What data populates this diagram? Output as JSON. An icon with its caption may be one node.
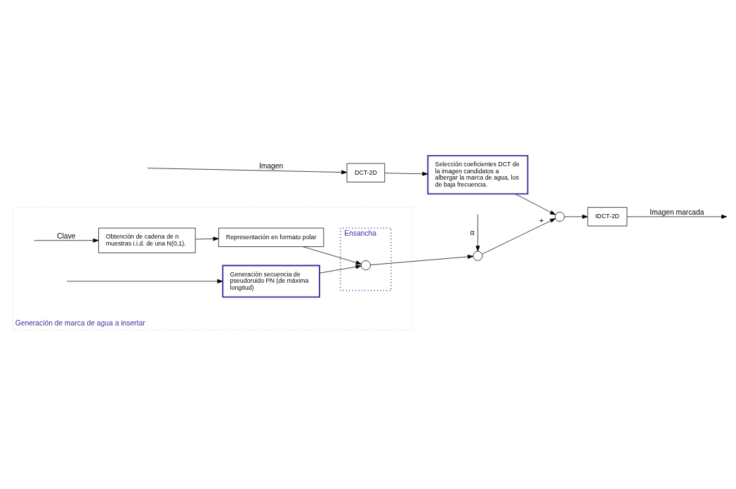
{
  "diagram": {
    "nodes": [
      {
        "text": [
          "Generación de marca de agua a insertar"
        ]
      },
      {
        "text": [
          "DCT-2D"
        ]
      },
      {
        "text": [
          "Selección coeficientes DCT de la imagen candidatos a albergar la marca de agua, los de baja frecuencia."
        ]
      },
      {
        "text": [],
        "shape": "circle"
      },
      {
        "text": [
          "IDCT-2D"
        ]
      },
      {
        "text": [
          "Obtención de cadena de n muestras i.i.d. de una N(0,1)."
        ],
        "in": 0
      },
      {
        "text": [
          "Representación en formato polar"
        ],
        "in": 0
      },
      {
        "text": [
          "Ensancha"
        ],
        "in": 0
      },
      {
        "text": [],
        "shape": "circle",
        "in": 7
      },
      {
        "text": [
          "Generación secuencia de pseudoruido PN (de máxima longitud)"
        ],
        "in": 0
      },
      {
        "text": [],
        "shape": "circle"
      }
    ],
    "edges": [
      {
        "from": null,
        "to": 1,
        "arrow": "to",
        "label": "Imagen"
      },
      {
        "from": 1,
        "to": 2,
        "arrow": "to"
      },
      {
        "from": 2,
        "to": 3,
        "arrow": "to"
      },
      {
        "from": 3,
        "to": 4,
        "arrow": "to"
      },
      {
        "from": null,
        "to": 5,
        "arrow": "to",
        "label": "Clave"
      },
      {
        "from": null,
        "to": 9,
        "arrow": "to"
      },
      {
        "from": 5,
        "to": 6,
        "arrow": "to"
      },
      {
        "from": 6,
        "to": 8,
        "arrow": "to"
      },
      {
        "from": 9,
        "to": 8,
        "arrow": "to"
      },
      {
        "from": 8,
        "to": 10,
        "arrow": "to"
      },
      {
        "from": null,
        "to": 10,
        "arrow": "to",
        "label": "α"
      },
      {
        "from": 10,
        "to": 3,
        "arrow": "to",
        "label": "+"
      },
      {
        "from": 4,
        "to": null,
        "arrow": "to",
        "label": "Imagen marcada"
      }
    ]
  }
}
